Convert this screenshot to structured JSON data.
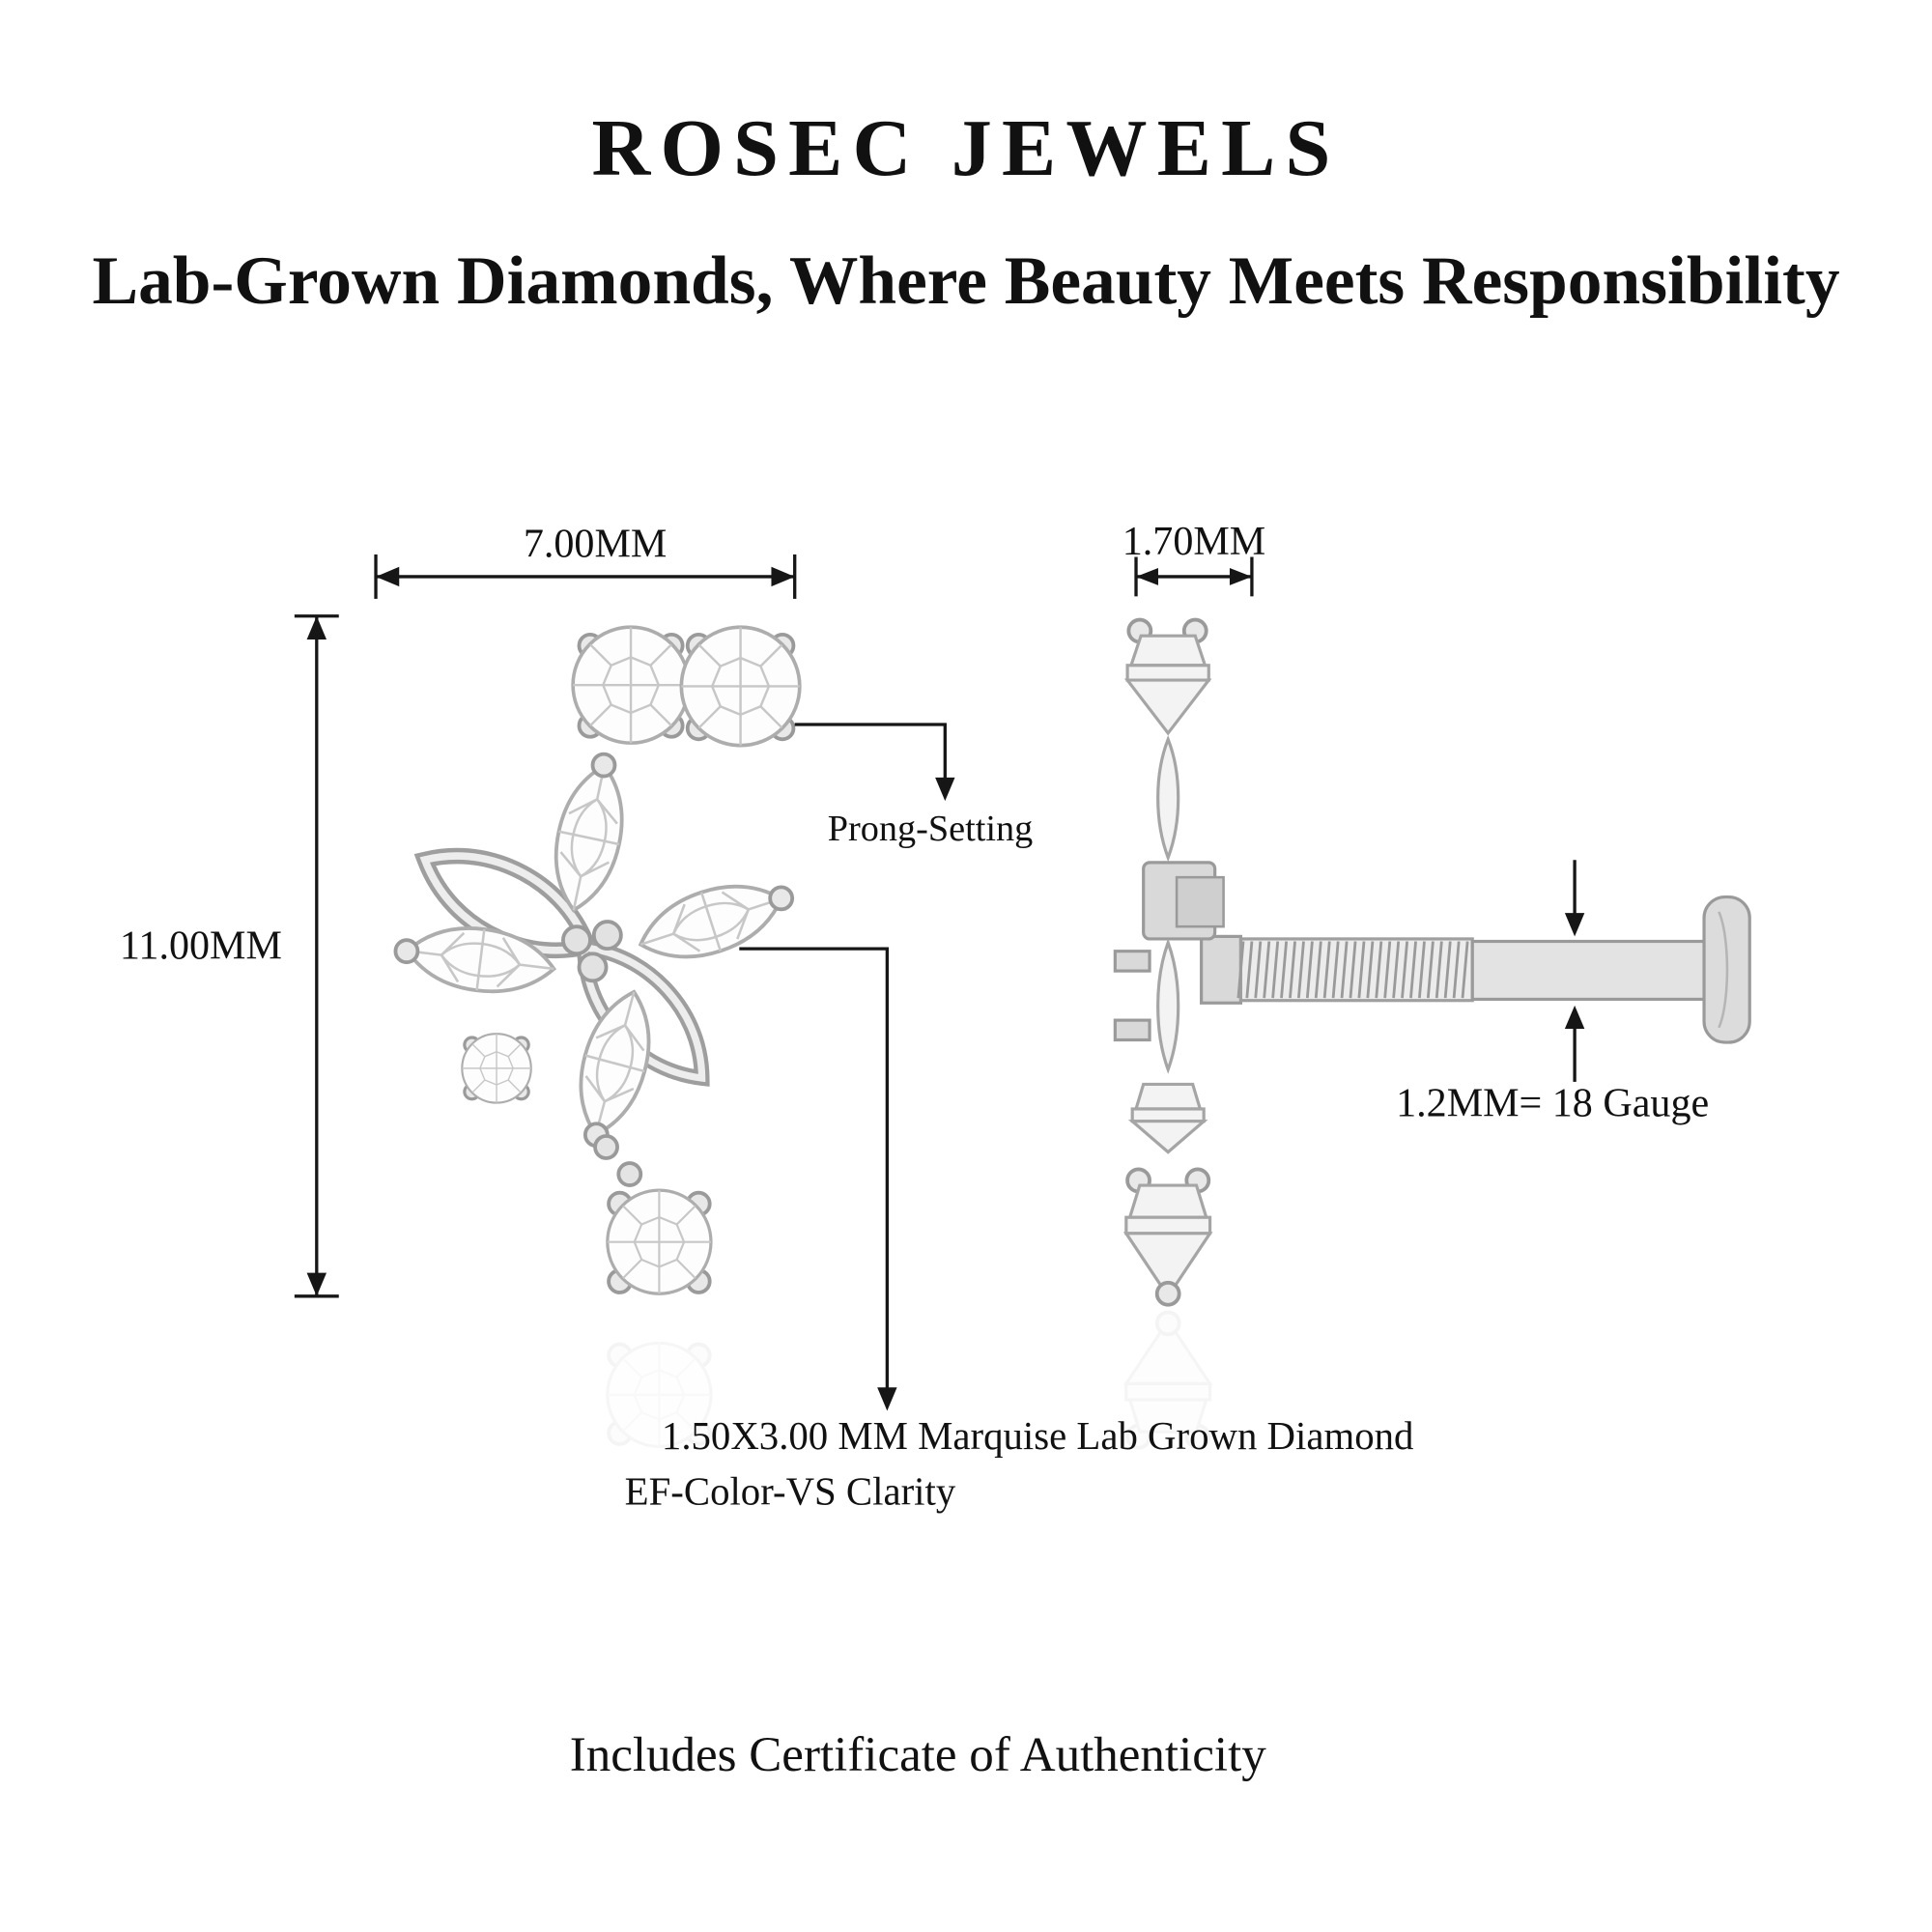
{
  "colors": {
    "text": "#111111",
    "metal": "#d9d9d9",
    "metal_outline": "#9a9a9a",
    "diamond_fill": "#fdfdfd",
    "diamond_facets": "#c7c7c7",
    "background": "#ffffff"
  },
  "header": {
    "brand": "ROSEC JEWELS",
    "tagline": "Lab-Grown Diamonds, Where Beauty Meets Responsibility"
  },
  "annotations": {
    "front_width": "7.00MM",
    "front_height": "11.00MM",
    "prong_setting": "Prong-Setting",
    "marquise_line1": "1.50X3.00 MM Marquise Lab Grown Diamond",
    "marquise_line2": "EF-Color-VS Clarity",
    "side_width": "1.70MM",
    "post_gauge": "1.2MM= 18 Gauge"
  },
  "footer": {
    "certificate": "Includes Certificate of Authenticity"
  }
}
